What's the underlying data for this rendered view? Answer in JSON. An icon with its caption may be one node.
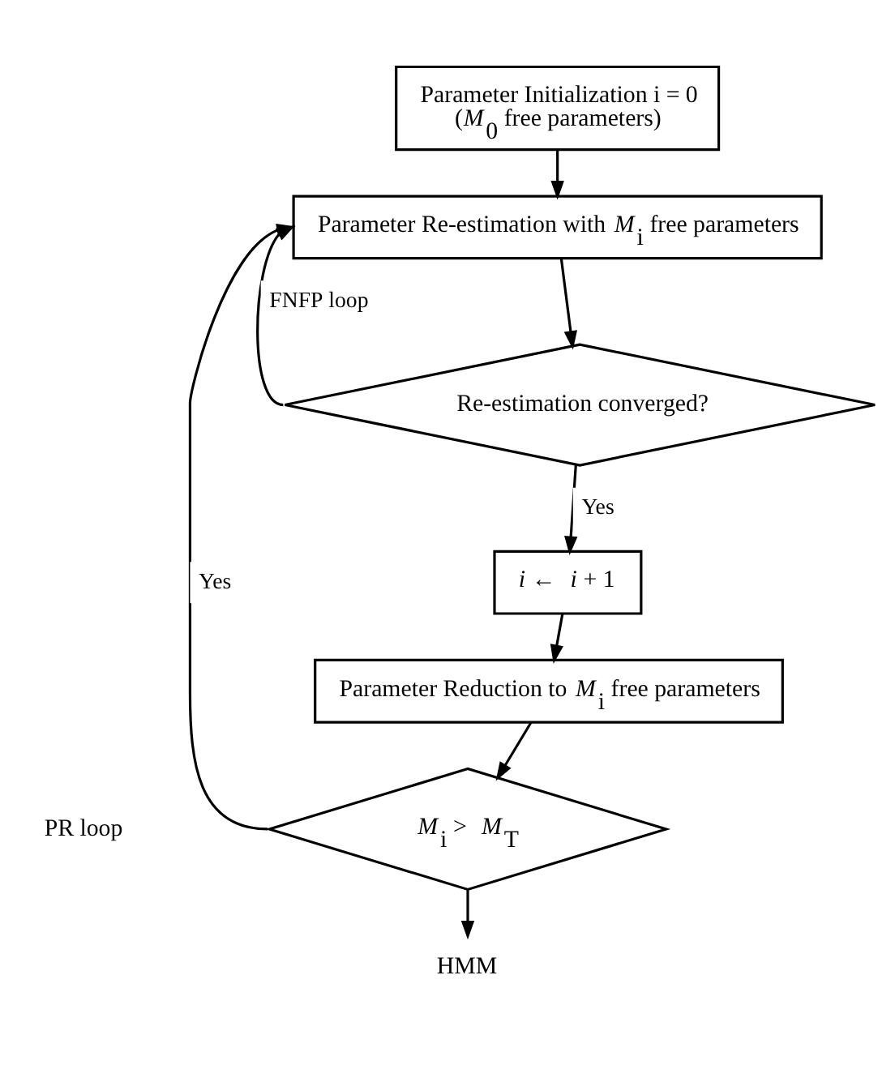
{
  "diagram": {
    "nodes": [
      {
        "text": [
          "Parameter Initialization i = 0",
          "(*M*$_{0}$ free parameters)"
        ]
      },
      {
        "text": [
          "Parameter Re-estimation with *M*$_{i}$ free parameters"
        ]
      },
      {
        "text": [
          "Re-estimation converged?"
        ]
      },
      {
        "text": [
          "*i* ← *i* + 1"
        ]
      },
      {
        "text": [
          "Parameter Reduction to *M*$_{i}$ free parameters"
        ]
      },
      {
        "text": [
          "*M*$_{i}$ > *M*$_{T}$"
        ]
      },
      {
        "text": [
          "HMM"
        ]
      }
    ],
    "edges": [
      {
        "from": 0,
        "to": 1,
        "arrow": "to"
      },
      {
        "from": 1,
        "to": 2,
        "arrow": "to"
      },
      {
        "from": 2,
        "to": 3,
        "arrow": "to",
        "label": "Yes"
      },
      {
        "from": 3,
        "to": 4,
        "arrow": "to"
      },
      {
        "from": 4,
        "to": 5,
        "arrow": "to"
      },
      {
        "from": 5,
        "to": 6,
        "arrow": "to"
      },
      {
        "from": 2,
        "to": 1,
        "arrow": "to",
        "label": "FNFP loop"
      },
      {
        "from": 5,
        "to": 1,
        "arrow": "to",
        "label": "Yes"
      }
    ],
    "labels": [
      "PR loop"
    ]
  }
}
